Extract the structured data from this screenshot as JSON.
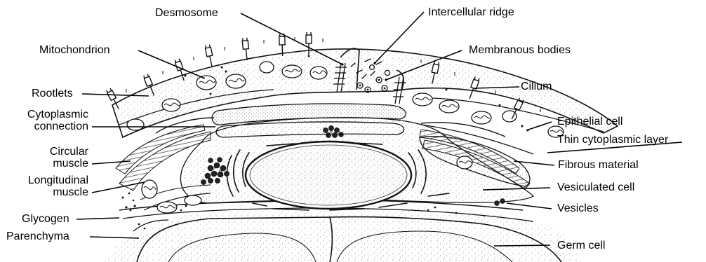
{
  "labels": {
    "desmosome": "Desmosome",
    "intercellular_ridge": "Intercellular ridge",
    "mitochondrion": "Mitochondrion",
    "membranous_bodies": "Membranous bodies",
    "rootlets": "Rootlets",
    "cilium": "Cilium",
    "cytoplasmic_connection_1": "Cytoplasmic",
    "cytoplasmic_connection_2": "connection",
    "epithelial_cell": "Epithelial cell",
    "thin_cytoplasmic_layer": "Thin cytoplasmic layer",
    "circular_muscle_1": "Circular",
    "circular_muscle_2": "muscle",
    "fibrous_material": "Fibrous material",
    "longitudinal_muscle_1": "Longitudinal",
    "longitudinal_muscle_2": "muscle",
    "vesiculated_cell": "Vesiculated cell",
    "glycogen": "Glycogen",
    "vesicles": "Vesicles",
    "parenchyma": "Parenchyma",
    "germ_cell": "Germ cell"
  }
}
